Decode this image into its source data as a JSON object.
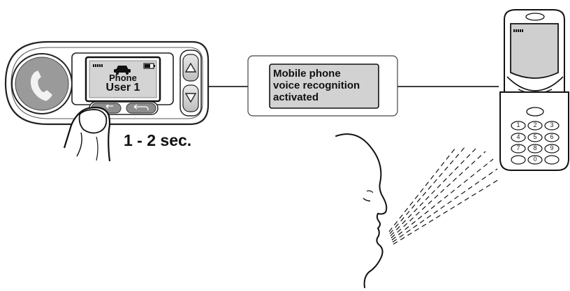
{
  "device": {
    "screen_line1": "Phone",
    "screen_line2": "User 1",
    "button_up": "up",
    "button_down": "down"
  },
  "hold_duration": "1 - 2 sec.",
  "message_box": {
    "line1": "Mobile phone",
    "line2": "voice recognition",
    "line3": "activated"
  },
  "phone": {
    "keys": [
      "1",
      "2",
      "3",
      "4",
      "5",
      "6",
      "7",
      "8",
      "9",
      "0"
    ]
  },
  "icons": {
    "call": "handset-icon",
    "car": "car-icon",
    "battery": "battery-icon",
    "signal": "signal-icon",
    "finger": "finger-icon",
    "face": "face-profile-icon",
    "voice": "voice-waves-icon"
  }
}
